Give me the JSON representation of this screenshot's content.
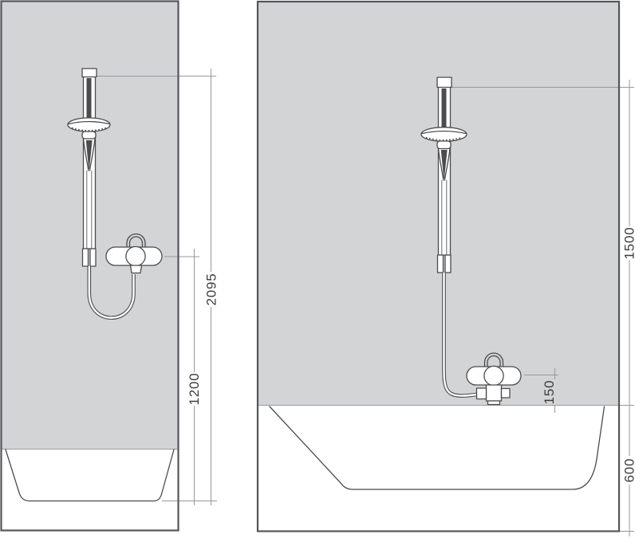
{
  "drawing": {
    "left_panel": {
      "name": "shower-installation-view",
      "dims": {
        "total_height": "2095",
        "mixer_height": "1200"
      }
    },
    "right_panel": {
      "name": "bathtub-installation-view",
      "dims": {
        "bar_above_rim": "1500",
        "mixer_above_rim": "150",
        "rim_height": "600"
      }
    },
    "colors": {
      "wall_fill": "#d3d4d6",
      "panel_border": "#54565a",
      "fixture_outline": "#4b4b4d",
      "dim_line": "#97989b",
      "dim_text": "#3c3c3c"
    }
  }
}
